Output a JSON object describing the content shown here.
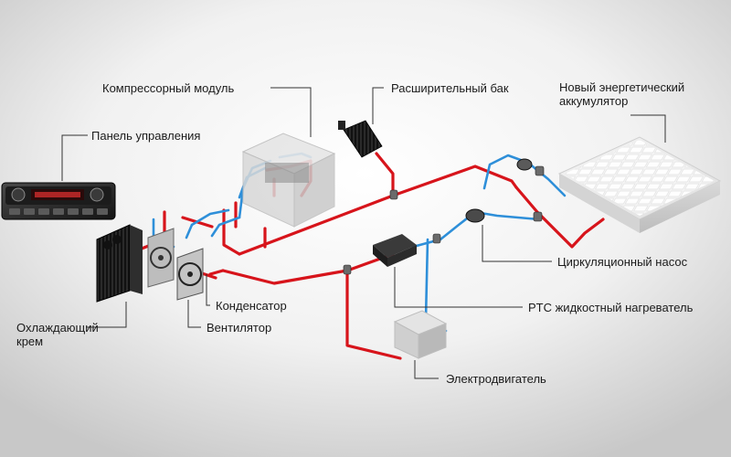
{
  "diagram": {
    "colors": {
      "hot_pipe": "#d7141b",
      "cold_pipe": "#2e8fd9",
      "leader_line": "#333333",
      "background_light": "#ffffff",
      "background_dark": "#c8c8c8"
    },
    "labels": {
      "compressor_module": "Компрессорный модуль",
      "expansion_tank": "Расширительный бак",
      "battery": "Новый энергетический\nаккумулятор",
      "control_panel": "Панель управления",
      "circulation_pump": "Циркуляционный насос",
      "ptc_heater": "PTC жидкостный нагреватель",
      "condenser": "Конденсатор",
      "fan": "Вентилятор",
      "cooling_radiator": "Охлаждающий\nкрем",
      "electric_motor": "Электродвигатель"
    }
  }
}
